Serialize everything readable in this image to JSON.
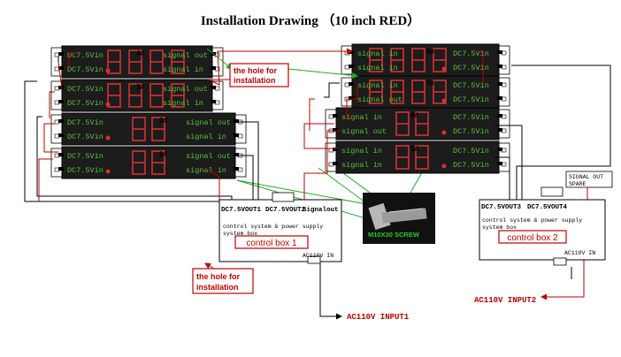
{
  "title": "Installation Drawing  （10 inch RED）",
  "panels": [
    {
      "id": "4#",
      "rows": [
        [
          "DC7.5Vin",
          "signal out"
        ],
        [
          "DC7.5Vin",
          "signal in"
        ]
      ]
    },
    {
      "id": "3#",
      "rows": [
        [
          "DC7.5Vin",
          "signal out"
        ],
        [
          "DC7.5Vin",
          "signal in"
        ]
      ]
    },
    {
      "id": "2#",
      "rows": [
        [
          "DC7.5Vin",
          "signal out"
        ],
        [
          "DC7.5Vin",
          "signal in"
        ]
      ]
    },
    {
      "id": "1#",
      "rows": [
        [
          "DC7.5Vin",
          "signal out"
        ],
        [
          "DC7.5Vin",
          "signal in"
        ]
      ]
    },
    {
      "id": "8#",
      "rows": [
        [
          "signal in",
          "DC7.5Vin"
        ],
        [
          "signal in",
          "DC7.5Vin"
        ]
      ]
    },
    {
      "id": "7#",
      "rows": [
        [
          "signal in",
          "DC7.5Vin"
        ],
        [
          "signal out",
          "DC7.5Vin"
        ]
      ]
    },
    {
      "id": "6#",
      "rows": [
        [
          "signal in",
          "DC7.5Vin"
        ],
        [
          "signal out",
          "DC7.5Vin"
        ]
      ]
    },
    {
      "id": "5#",
      "rows": [
        [
          "signal in",
          "DC7.5Vin"
        ],
        [
          "signal in",
          "DC7.5Vin"
        ]
      ]
    }
  ],
  "box1": {
    "ports": [
      "DC7.5VOUT1",
      "DC7.5VOUT2",
      "Signalout"
    ],
    "desc1": "control system & power supply",
    "desc2": "system box",
    "label": "control box 1",
    "power": "AC110V IN"
  },
  "box2": {
    "ports": [
      "DC7.5VOUT3",
      "DC7.5VOUT4"
    ],
    "desc1": "control system & power supply",
    "desc2": "system box",
    "label": "control box 2",
    "power": "AC110V IN"
  },
  "spare": {
    "line1": "SIGNAL OUT",
    "line2": "SPARE"
  },
  "hole_label_1": "the hole for installation",
  "hole_label_2": "the hole for installation",
  "bolt_label": "M10X30 SCREW",
  "input1": "AC110V INPUT1",
  "input2": "AC110V INPUT2",
  "colors": {
    "panel": "#202020",
    "label": "#3a7a1a",
    "red_line": "#c00000",
    "green_line": "#22aa22",
    "bg_box": "#ffffff"
  }
}
